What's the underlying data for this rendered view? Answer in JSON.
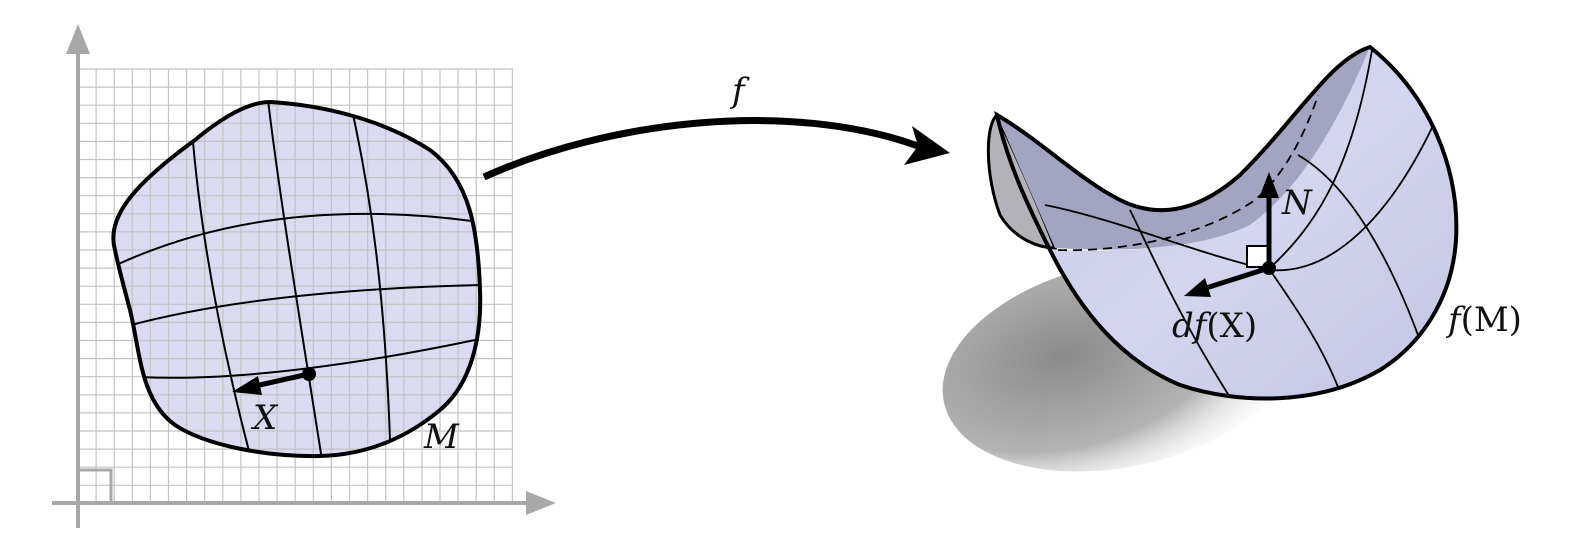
{
  "labels": {
    "map": "f",
    "domain_region": "M",
    "tangent_vector": "X",
    "normal_vector": "N",
    "pushforward_fn": "df",
    "pushforward_arg": "(X)",
    "image_fn": "f",
    "image_arg": "(M)"
  },
  "colors": {
    "region_fill": "#d2d3ee",
    "surface_fill": "#cfd0ec",
    "surface_inner": "#a3a4c2",
    "grid": "#c4c4c4",
    "axes": "#a8a8a8",
    "ink": "#000000",
    "shadow": "#8e8e8e"
  }
}
